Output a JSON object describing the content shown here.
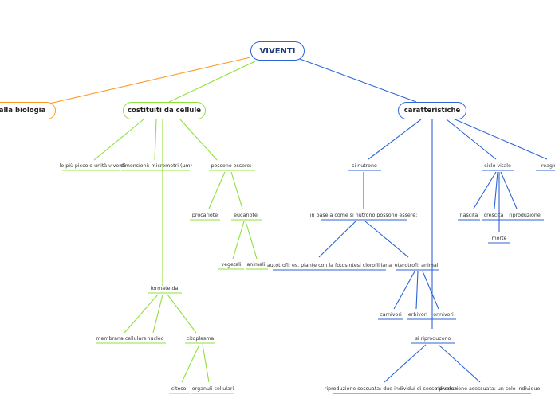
{
  "root": "VIVENTI",
  "branches": {
    "biologia": "dalla biologia",
    "cellule": "costituiti da cellule",
    "caratteristiche": "caratteristiche"
  },
  "cellule": {
    "piccole": "le più piccole unità viventi",
    "dimensioni": "dimensioni: micrometri  (μm)",
    "possono_essere": "possono essere:",
    "procariote": "procariote",
    "eucariote": "eucariote",
    "vegetali": "vegetali",
    "animali": "animali",
    "formate_da": "formate da:",
    "membrana": "membrana cellulare",
    "nucleo": "nucleo",
    "citoplasma": "citoplasma",
    "citosol": "citosol",
    "organuli": "organuli cellulari"
  },
  "caratteristiche": {
    "si_nutrono": "si nutrono",
    "in_base": "in base a come si nutrono possono essere:",
    "autotrofi": "autotrofi: es. piante con la fotosintesi clorofilliana",
    "eterotrofi": "eterotrofi: animali",
    "carnivori": "carnivori",
    "erbivori": "erbivori",
    "onnivori": "onnivori",
    "ciclo_vitale": "ciclo vitale",
    "nascita": "nascita",
    "crescita": "crescita",
    "riproduzione": "riproduzione",
    "morte": "morte",
    "reagiscono": "reagiscono",
    "si_riproducono": "si riproducono",
    "sessuata": "riproduzione sessuata: due individui di sesso diverso",
    "asessuata": "riproduzione asessuata: un solo individuo"
  },
  "colors": {
    "orange": "#ff9a21",
    "green": "#8ee03a",
    "blue": "#2d64d6"
  }
}
